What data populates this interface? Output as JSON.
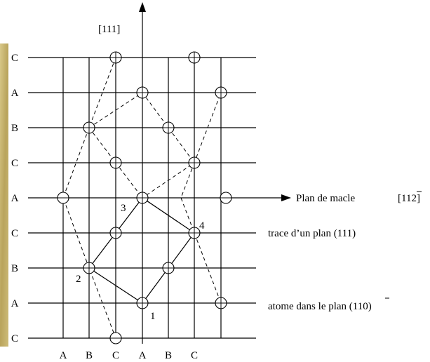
{
  "colors": {
    "line": "#000000",
    "background": "#ffffff",
    "edge_texture": "#c9b46a"
  },
  "diagram": {
    "axis_label": "[111]",
    "twin_plane_label": "Plan de macle",
    "direction_label": "[11",
    "direction_bar_digit": "2",
    "direction_label_end": "]",
    "plane_trace_label": "trace d’un plan (111)",
    "atom_label_prefix": "atome dans le plan (1",
    "atom_label_bar_digit": "1",
    "atom_label_suffix": "0)",
    "row_labels": [
      "C",
      "A",
      "B",
      "C",
      "A",
      "C",
      "B",
      "A",
      "C"
    ],
    "column_labels": [
      "A",
      "B",
      "C",
      "A",
      "B",
      "C"
    ],
    "point_numbers": [
      "1",
      "2",
      "3",
      "4"
    ]
  }
}
